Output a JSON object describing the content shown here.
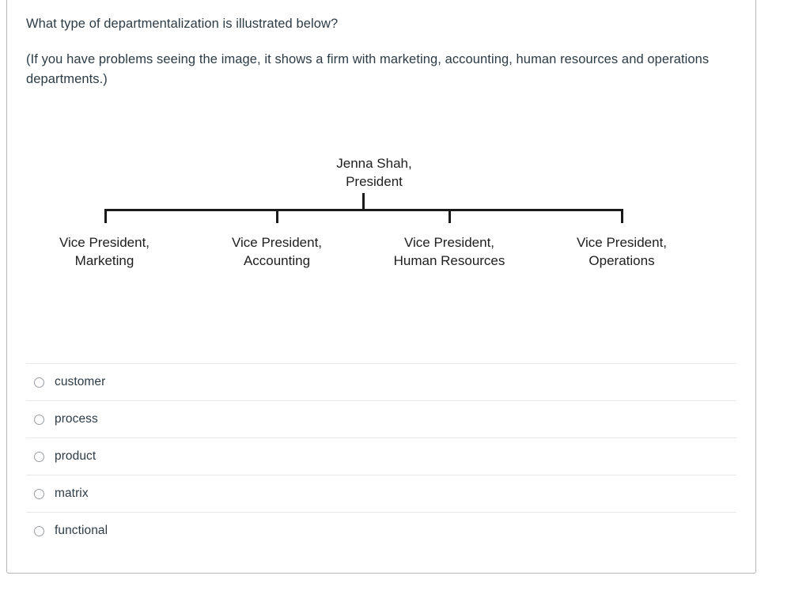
{
  "question": {
    "prompt": "What type of departmentalization is illustrated below?",
    "note": "(If you have problems seeing the image, it shows a firm with marketing, accounting, human resources and operations departments.)"
  },
  "org_chart": {
    "root": {
      "line1": "Jenna Shah,",
      "line2": "President"
    },
    "nodes": [
      {
        "line1": "Vice President,",
        "line2": "Marketing"
      },
      {
        "line1": "Vice President,",
        "line2": "Accounting"
      },
      {
        "line1": "Vice President,",
        "line2": "Human Resources"
      },
      {
        "line1": "Vice President,",
        "line2": "Operations"
      }
    ]
  },
  "answers": {
    "options": [
      {
        "label": "customer",
        "selected": false
      },
      {
        "label": "process",
        "selected": false
      },
      {
        "label": "product",
        "selected": false
      },
      {
        "label": "matrix",
        "selected": false
      },
      {
        "label": "functional",
        "selected": false
      }
    ]
  },
  "colors": {
    "text": "#2d3b45",
    "chart_line": "#1b1b1b",
    "card_border": "#b4b7ba",
    "divider": "#e8e8ea",
    "radio_border": "#9a9ea3"
  }
}
